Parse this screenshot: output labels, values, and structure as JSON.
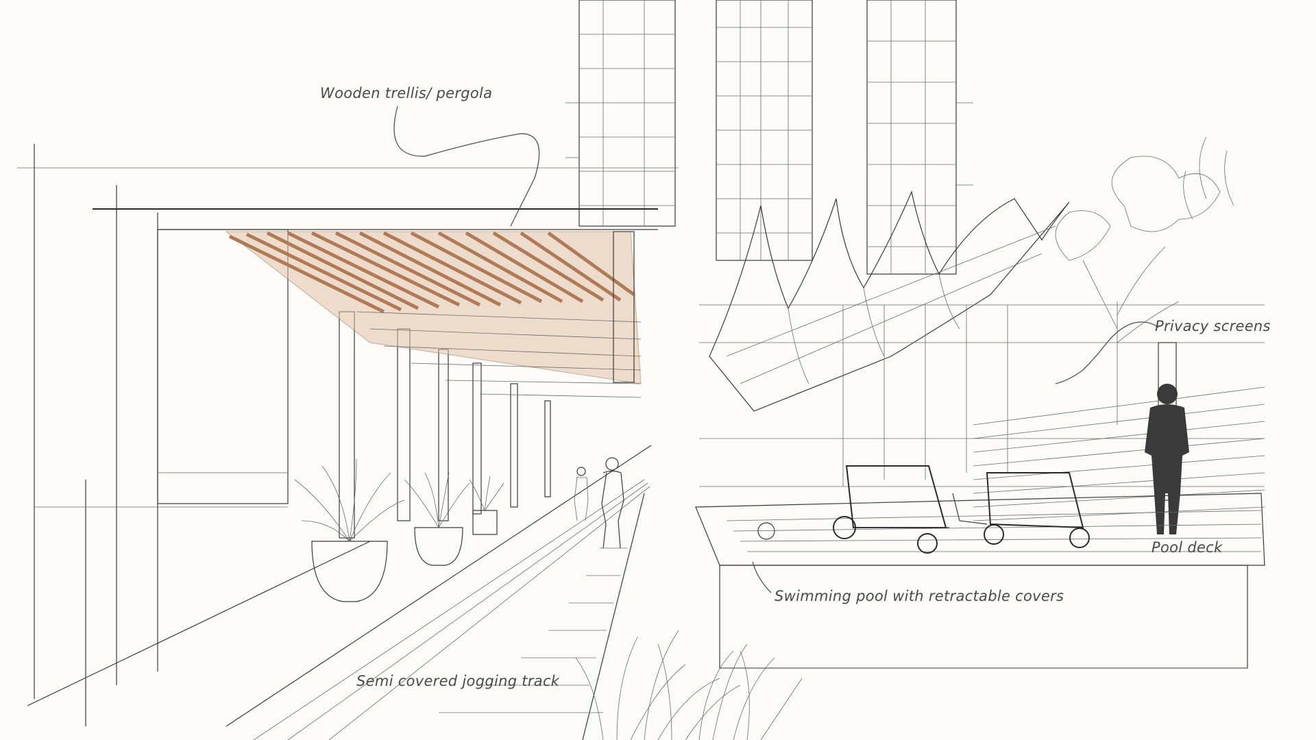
{
  "annotations": {
    "trellis": "Wooden trellis/ pergola",
    "privacy": "Privacy screens",
    "pool_deck": "Pool deck",
    "pool": "Swimming pool with retractable covers",
    "jogging": "Semi covered jogging track"
  },
  "colors": {
    "paper": "#fcfbf8",
    "ink": "#3a3a3a",
    "wood": "#b07a56"
  }
}
